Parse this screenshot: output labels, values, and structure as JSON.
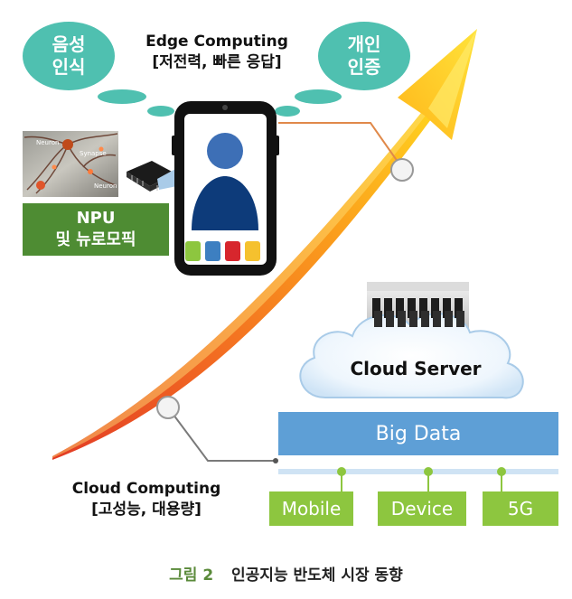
{
  "bubbles": {
    "left": "음성\n인식",
    "right": "개인\n인증"
  },
  "edge": {
    "title": "Edge Computing",
    "subtitle": "[저전력, 빠른 응답]"
  },
  "neuron_image": {
    "labels": [
      "Neuron",
      "Synapse",
      "Neuron"
    ]
  },
  "npu": {
    "line1": "NPU",
    "line2": "및 뉴로모픽"
  },
  "phone": {
    "app_colors": [
      "#8dc63f",
      "#3d7fc1",
      "#d7262d",
      "#f5c12e"
    ]
  },
  "cloud": {
    "label": "Cloud Server"
  },
  "bigdata": {
    "label": "Big Data"
  },
  "tags": [
    "Mobile",
    "Device",
    "5G"
  ],
  "cloud_computing": {
    "title": "Cloud Computing",
    "subtitle": "[고성능, 대용량]"
  },
  "caption": {
    "figure": "그림 2",
    "title": "인공지능 반도체 시장 동향"
  },
  "colors": {
    "teal": "#4fc0b0",
    "npu_green": "#4e8c33",
    "bigdata_blue": "#5e9fd6",
    "tag_green": "#8dc63f",
    "phone_blue": "#0d3b7a",
    "arrow_start": "#e8422a",
    "arrow_end": "#ffd21f"
  }
}
